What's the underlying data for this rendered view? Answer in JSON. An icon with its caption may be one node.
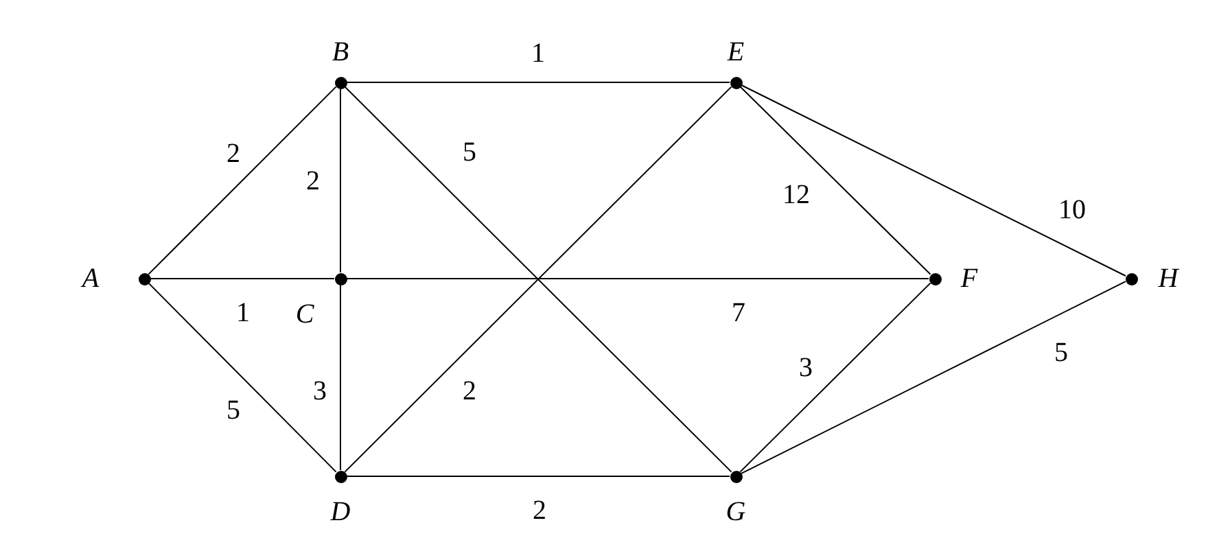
{
  "diagram": {
    "nodes": [
      {
        "text": [],
        "shape": "circle",
        "beside": [
          "A"
        ]
      },
      {
        "text": [],
        "shape": "circle",
        "beside": [
          "B"
        ]
      },
      {
        "text": [],
        "shape": "circle",
        "beside": [
          "C"
        ]
      },
      {
        "text": [],
        "shape": "circle",
        "beside": [
          "D"
        ]
      },
      {
        "text": [],
        "shape": "circle",
        "beside": [
          "E"
        ]
      },
      {
        "text": [],
        "shape": "circle",
        "beside": [
          "F"
        ]
      },
      {
        "text": [],
        "shape": "circle",
        "beside": [
          "G"
        ]
      },
      {
        "text": [],
        "shape": "circle",
        "beside": [
          "H"
        ]
      }
    ],
    "edges": [
      {
        "from": 0,
        "to": 1,
        "arrow": "none",
        "label": "2"
      },
      {
        "from": 0,
        "to": 2,
        "arrow": "none",
        "label": "1"
      },
      {
        "from": 0,
        "to": 3,
        "arrow": "none",
        "label": "5"
      },
      {
        "from": 1,
        "to": 2,
        "arrow": "none",
        "label": "2"
      },
      {
        "from": 2,
        "to": 3,
        "arrow": "none",
        "label": "3"
      },
      {
        "from": 1,
        "to": 4,
        "arrow": "none",
        "label": "1"
      },
      {
        "from": 1,
        "to": 6,
        "arrow": "none",
        "label": "5"
      },
      {
        "from": 2,
        "to": 5,
        "arrow": "none",
        "label": "7"
      },
      {
        "from": 3,
        "to": 4,
        "arrow": "none",
        "label": "2"
      },
      {
        "from": 3,
        "to": 6,
        "arrow": "none",
        "label": "2"
      },
      {
        "from": 4,
        "to": 5,
        "arrow": "none",
        "label": "12"
      },
      {
        "from": 4,
        "to": 7,
        "arrow": "none",
        "label": "10"
      },
      {
        "from": 5,
        "to": 6,
        "arrow": "none",
        "label": "3"
      },
      {
        "from": 6,
        "to": 7,
        "arrow": "none",
        "label": "5"
      }
    ]
  }
}
